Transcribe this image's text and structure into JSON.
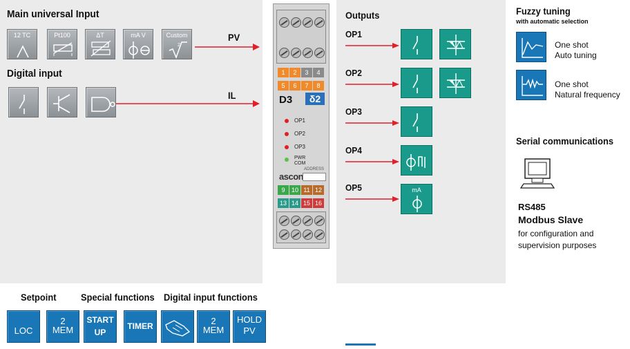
{
  "left": {
    "main_input_title": "Main universal Input",
    "inputs": [
      {
        "name": "tc-input-icon",
        "label": "12 TC"
      },
      {
        "name": "pt100-input-icon",
        "label": "Pt100"
      },
      {
        "name": "delta-t-input-icon",
        "label": "ΔT"
      },
      {
        "name": "ma-v-input-icon",
        "label": "mA  V"
      },
      {
        "name": "custom-input-icon",
        "label": "Custom"
      }
    ],
    "pv_label": "PV",
    "digital_input_title": "Digital input",
    "il_label": "IL"
  },
  "device": {
    "model": "D3",
    "top_numbers_row1": [
      "1",
      "2",
      "3",
      "4"
    ],
    "top_numbers_row2": [
      "5",
      "6",
      "7",
      "8"
    ],
    "leds": [
      "OP1",
      "OP2",
      "OP3",
      "PWR COM"
    ],
    "brand": "ascon",
    "address_label": "ADDRESS",
    "bottom_numbers_row1": [
      "9",
      "10",
      "11",
      "12"
    ],
    "bottom_numbers_row2": [
      "13",
      "14",
      "15",
      "16"
    ]
  },
  "outputs": {
    "title": "Outputs",
    "items": [
      {
        "label": "OP1",
        "icons": [
          "relay-icon",
          "triac-icon"
        ]
      },
      {
        "label": "OP2",
        "icons": [
          "relay-icon",
          "triac-icon"
        ]
      },
      {
        "label": "OP3",
        "icons": [
          "relay-icon"
        ]
      },
      {
        "label": "OP4",
        "icons": [
          "ssr-icon"
        ]
      },
      {
        "label": "OP5",
        "icons": [
          "ma-output-icon"
        ]
      }
    ],
    "ma_text": "mA"
  },
  "right": {
    "fuzzy_title": "Fuzzy tuning",
    "fuzzy_subtitle": "with automatic selection",
    "tuning1_line1": "One shot",
    "tuning1_line2": "Auto tuning",
    "tuning2_line1": "One shot",
    "tuning2_line2": "Natural frequency",
    "serial_title": "Serial communications",
    "rs485": "RS485",
    "modbus": "Modbus Slave",
    "desc1": "for configuration and",
    "desc2": "supervision purposes"
  },
  "bottom": {
    "setpoint_title": "Setpoint",
    "special_title": "Special functions",
    "digital_functions_title": "Digital input functions",
    "loc": "LOC",
    "mem_top": "2",
    "mem_bottom": "MEM",
    "start_top": "START",
    "start_bottom": "UP",
    "timer": "TIMER",
    "hold_top": "HOLD",
    "hold_bottom": "PV"
  },
  "colors": {
    "panel_bg": "#ebebeb",
    "arrow_red": "#e0202a",
    "teal": "#1a9a8a",
    "blue": "#1976b7"
  }
}
